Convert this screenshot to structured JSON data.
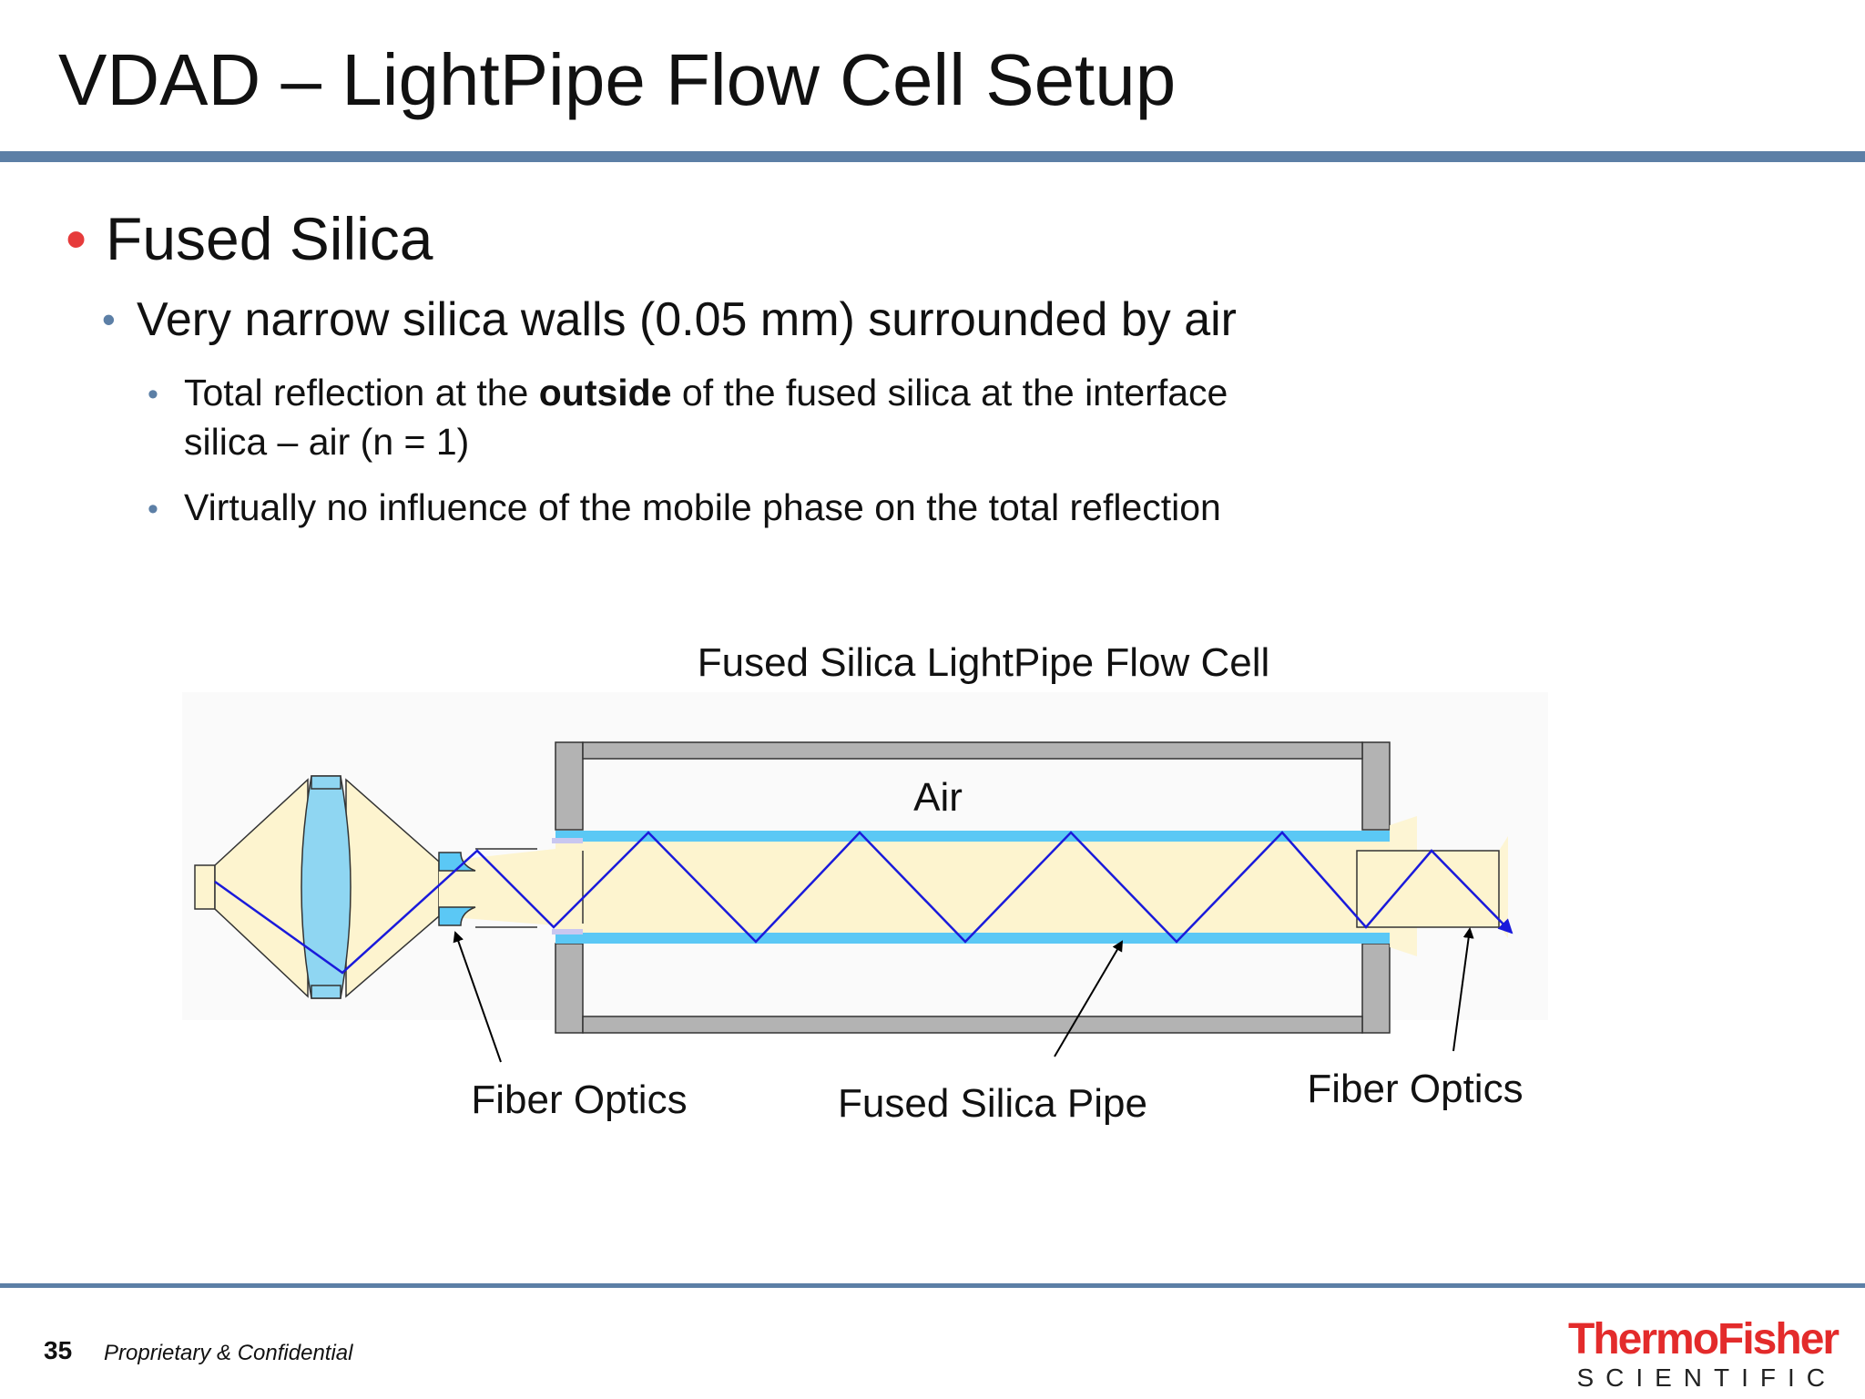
{
  "title": "VDAD – LightPipe Flow Cell Setup",
  "bullets": {
    "level1": "Fused Silica",
    "level2": "Very narrow silica walls (0.05 mm) surrounded by air",
    "level3_a": {
      "pre": "Total reflection at the ",
      "bold": "outside",
      "post": " of the fused silica at the interface",
      "line2": "silica – air (n = 1)"
    },
    "level3_b": "Virtually no influence of the mobile phase on the total reflection"
  },
  "diagram": {
    "title": "Fused Silica LightPipe Flow Cell",
    "label_air": "Air",
    "label_fiber_left": "Fiber Optics",
    "label_pipe": "Fused Silica Pipe",
    "label_fiber_right": "Fiber Optics"
  },
  "footer": {
    "page_number": "35",
    "confidential": "Proprietary & Confidential"
  },
  "logo": {
    "line1": "ThermoFisher",
    "line2": "SCIENTIFIC"
  },
  "colors": {
    "accent": "#5c7fa6",
    "bullet_red": "#e63b3b",
    "logo_red": "#e32b2b",
    "beam": "#1a1adb",
    "pipe_wall": "#5bc8f5",
    "light": "#fdf4cf",
    "housing": "#b3b3b3"
  }
}
